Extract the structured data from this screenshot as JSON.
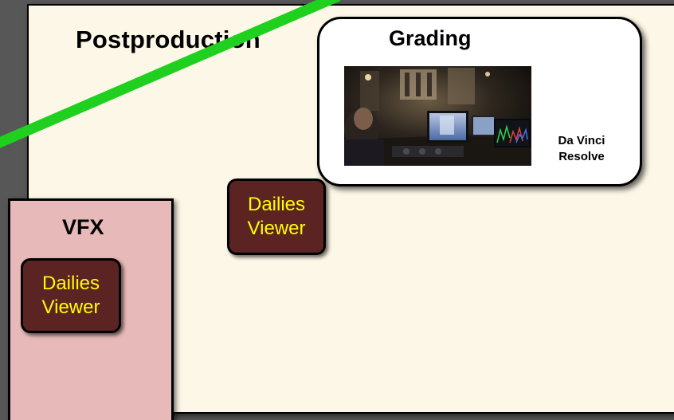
{
  "postproduction": {
    "title": "Postproduction"
  },
  "grading": {
    "title": "Grading",
    "tool_line1": "Da Vinci",
    "tool_line2": "Resolve"
  },
  "vfx": {
    "title": "VFX"
  },
  "dailies_post": {
    "line1": "Dailies",
    "line2": "Viewer"
  },
  "dailies_vfx": {
    "line1": "Dailies",
    "line2": "Viewer"
  },
  "colors": {
    "background": "#575757",
    "post_panel": "#fdf7e7",
    "vfx_panel": "#e8b9b9",
    "dailies_fill": "#5c2323",
    "dailies_text": "#ffff00",
    "arrow": "#1fd01f"
  }
}
